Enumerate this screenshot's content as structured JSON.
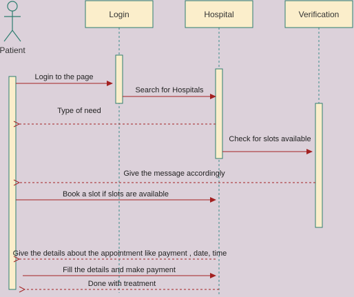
{
  "actor": {
    "label": "Patient"
  },
  "participants": [
    {
      "id": "login",
      "label": "Login"
    },
    {
      "id": "hospital",
      "label": "Hospital"
    },
    {
      "id": "verification",
      "label": "Verification"
    }
  ],
  "messages": [
    {
      "text": "Login to the page",
      "from": "patient",
      "to": "login",
      "kind": "sync"
    },
    {
      "text": "Search for Hospitals",
      "from": "login",
      "to": "hospital",
      "kind": "sync"
    },
    {
      "text": "Type of need",
      "from": "hospital",
      "to": "patient",
      "kind": "return"
    },
    {
      "text": "Check for slots available",
      "from": "hospital",
      "to": "verification",
      "kind": "sync"
    },
    {
      "text": "Give the message accordingly",
      "from": "verification",
      "to": "patient",
      "kind": "return"
    },
    {
      "text": "Book a slot if slots are available",
      "from": "patient",
      "to": "hospital",
      "kind": "sync"
    },
    {
      "text": "Give the details about the appointment like payment , date, time",
      "from": "hospital",
      "to": "patient",
      "kind": "return"
    },
    {
      "text": "Fill the details  and make payment",
      "from": "patient",
      "to": "hospital",
      "kind": "sync"
    },
    {
      "text": "Done with treatment",
      "from": "hospital",
      "to": "patient",
      "kind": "return"
    }
  ],
  "colors": {
    "background": "#dcd1da",
    "box_fill": "#fbeecb",
    "box_stroke": "#2e7d6f",
    "arrow": "#a32121",
    "lifeline": "#3a8c8a"
  }
}
